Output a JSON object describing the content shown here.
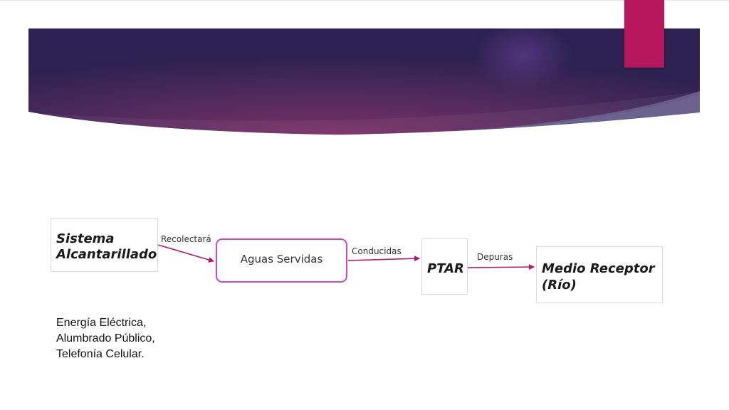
{
  "slide": {
    "colors": {
      "banner_left": "#2c2150",
      "banner_center": "#7a2f66",
      "banner_right": "#2e2452",
      "accent_tab": "#b5165c",
      "arrow": "#b0196a",
      "node_border": "#d147c1"
    }
  },
  "diagram": {
    "nodes": {
      "sistema": {
        "line1": "Sistema",
        "line2": "Alcantarillado"
      },
      "aguas": {
        "label": "Aguas Servidas"
      },
      "ptar": {
        "label": "PTAR"
      },
      "medio": {
        "line1": "Medio Receptor",
        "line2": "(Río)"
      }
    },
    "edges": {
      "recolectara": "Recolectará",
      "conducidas": "Conducidas",
      "depuras": "Depuras"
    }
  },
  "note": {
    "lines": [
      "Energía Eléctrica,",
      "Alumbrado Público,",
      "Telefonía Celular."
    ]
  }
}
